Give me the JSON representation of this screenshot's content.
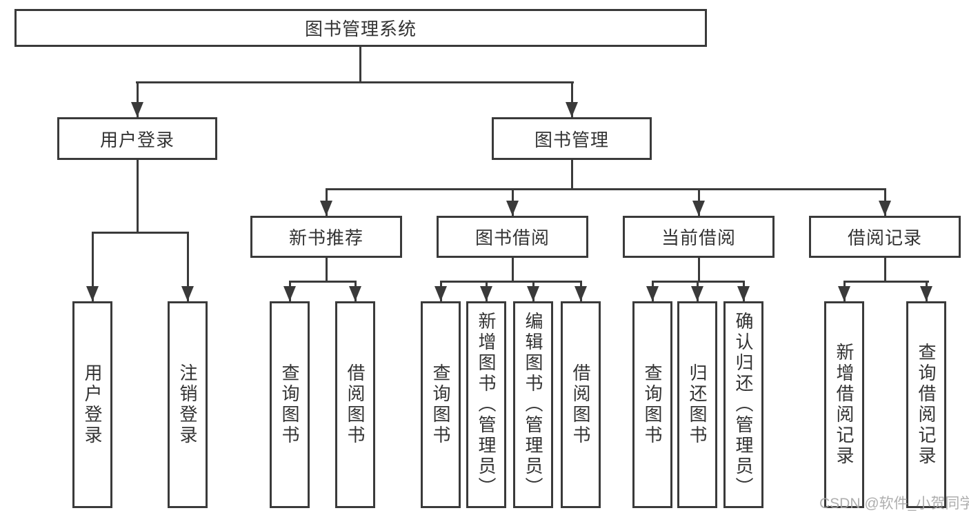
{
  "diagram": {
    "title": "图书管理系统",
    "root": "图书管理系统",
    "level2": {
      "user_login": "用户登录",
      "book_mgmt": "图书管理"
    },
    "level3": {
      "new_book": "新书推荐",
      "book_borrow": "图书借阅",
      "current_borrow": "当前借阅",
      "borrow_records": "借阅记录"
    },
    "leaves": {
      "user_login_1": "用户登录",
      "user_login_2": "注销登录",
      "new_book_1": "查询图书",
      "new_book_2": "借阅图书",
      "book_borrow_1": "查询图书",
      "book_borrow_2": "新增图书（管理员）",
      "book_borrow_3": "编辑图书（管理员）",
      "book_borrow_4": "借阅图书",
      "current_borrow_1": "查询图书",
      "current_borrow_2": "归还图书",
      "current_borrow_3": "确认归还（管理员）",
      "borrow_records_1": "新增借阅记录",
      "borrow_records_2": "查询借阅记录"
    }
  },
  "watermark": "CSDN @软件_小贺同学",
  "colors": {
    "line": "#3a3a3a",
    "text": "#333333",
    "watermark": "#a6a6a6",
    "background": "#ffffff"
  }
}
